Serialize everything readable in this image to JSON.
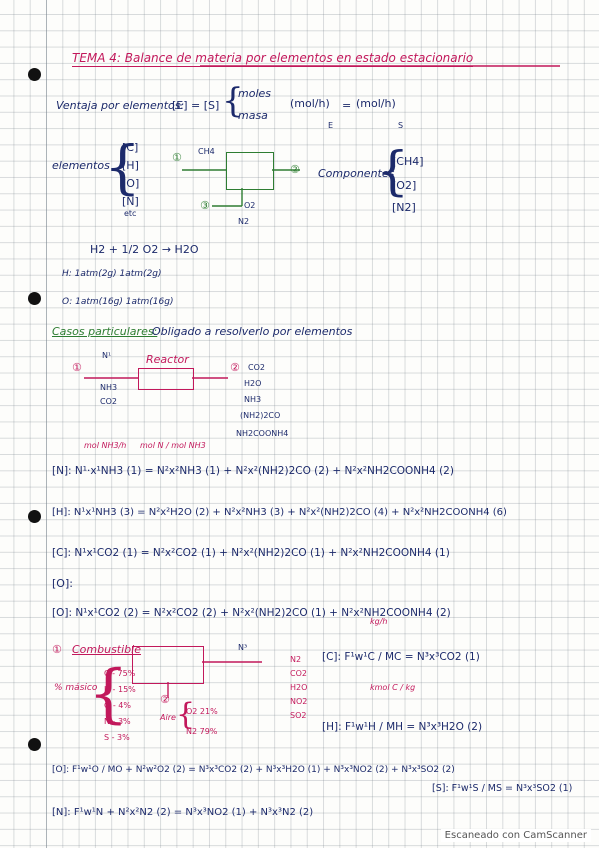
{
  "title": "TEMA 4: Balance de materia por elementos en estado estacionario",
  "ventaja": {
    "label": "Ventaja por elementos:",
    "eq": "[E] = [S]",
    "opt1": "moles",
    "opt2": "masa",
    "units_left": "(mol/h)",
    "units_left_sub": "E",
    "equals": "=",
    "units_right": "(mol/h)",
    "units_right_sub": "S"
  },
  "elementos": {
    "label": "elementos",
    "items": [
      "[C]",
      "[H]",
      "[O]",
      "[N]",
      "etc"
    ]
  },
  "diagram1": {
    "in1": "①",
    "in1_label": "CH4",
    "in2": "③",
    "in2_label": "O2",
    "in2_sub": "N2",
    "out": "②",
    "componentes": "Componentes",
    "comp_items": [
      "[CH4]",
      "[O2]",
      "[N2]"
    ]
  },
  "reaction": {
    "eq": "H2 + 1/2 O2 → H2O",
    "h_line": "H:  1atm(2g)          1atm(2g)",
    "o_line": "O:       1atm(16g)   1atm(16g)"
  },
  "casos": {
    "label": "Casos particulares:",
    "note": "Obligado a resolverlo por elementos"
  },
  "reactor": {
    "in": "①",
    "in_label": "N¹",
    "in_species": [
      "NH3",
      "CO2"
    ],
    "name": "Reactor",
    "out": "②",
    "out_species": [
      "CO2",
      "H2O",
      "NH3",
      "(NH2)2CO",
      "NH2COONH4"
    ]
  },
  "balances1": {
    "annot_left": "mol NH3/h",
    "annot_right": "mol N / mol NH3",
    "N": "[N]: N¹·x¹NH3 (1) = N²x²NH3 (1) + N²x²(NH2)2CO (2) + N²x²NH2COONH4 (2)",
    "H": "[H]: N¹x¹NH3 (3) = N²x²H2O (2) + N²x²NH3 (3) + N²x²(NH2)2CO (4) + N²x²NH2COONH4 (6)",
    "C": "[C]: N¹x¹CO2 (1) = N²x²CO2 (1) + N²x²(NH2)2CO (1) + N²x²NH2COONH4 (1)",
    "O_dash": "[O]:",
    "O": "[O]: N¹x¹CO2 (2) = N²x²CO2 (2) + N²x²(NH2)2CO (1) + N²x²NH2COONH4 (2)"
  },
  "combustion": {
    "in": "①",
    "in_label": "Combustible",
    "out": "N³",
    "products": [
      "N2",
      "CO2",
      "H2O",
      "NO2",
      "SO2"
    ],
    "mass_label": "% másico",
    "mass_items": [
      "C - 75%",
      "H - 15%",
      "O - 4%",
      "N - 3%",
      "S - 3%"
    ],
    "air_in": "②",
    "air_label": "Aire",
    "air_items": [
      "O2 21%",
      "N2 79%"
    ],
    "kg_annot": "kg/h",
    "kmol_annot": "kmol C / kg"
  },
  "balances2": {
    "C": "[C]: F¹w¹C / MC = N³x³CO2 (1)",
    "H": "[H]: F¹w¹H / MH = N³x³H2O (2)",
    "O": "[O]: F¹w¹O / MO + N²w²O2 (2) = N³x³CO2 (2) + N³x³H2O (1) + N³x³NO2 (2) + N³x³SO2 (2)",
    "S": "[S]: F¹w¹S / MS = N³x³SO2 (1)",
    "N": "[N]: F¹w¹N + N²x²N2 (2) = N³x³NO2 (1) + N³x³N2 (2)"
  },
  "footer": "Escaneado con CamScanner",
  "colors": {
    "ink_blue": "#1c2a6b",
    "ink_red": "#c2185b",
    "ink_green": "#2e7d32",
    "grid": "#8a949e"
  }
}
